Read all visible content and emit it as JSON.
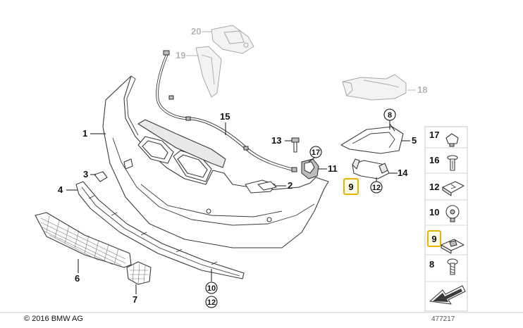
{
  "callouts": {
    "c1": "1",
    "c2": "2",
    "c3": "3",
    "c4": "4",
    "c5": "5",
    "c6": "6",
    "c7": "7",
    "c8": "8",
    "c9": "9",
    "c10": "10",
    "c11": "11",
    "c12": "12",
    "c13": "13",
    "c14": "14",
    "c15": "15",
    "c17": "17",
    "c18": "18",
    "c19": "19",
    "c20": "20"
  },
  "sidebar": {
    "items": [
      {
        "label": "17",
        "icon": "clip-nut-icon"
      },
      {
        "label": "16",
        "icon": "expanding-rivet-icon"
      },
      {
        "label": "12",
        "icon": "spring-nut-icon"
      },
      {
        "label": "10",
        "icon": "push-nut-icon"
      },
      {
        "label": "9",
        "icon": "sheet-metal-nut-icon"
      },
      {
        "label": "8",
        "icon": "screw-icon"
      }
    ]
  },
  "colors": {
    "highlight": "#e8b400",
    "grey_part": "#b5b5b5"
  },
  "footer": {
    "copyright": "© 2016 BMW AG",
    "diagram_id": "477217"
  }
}
